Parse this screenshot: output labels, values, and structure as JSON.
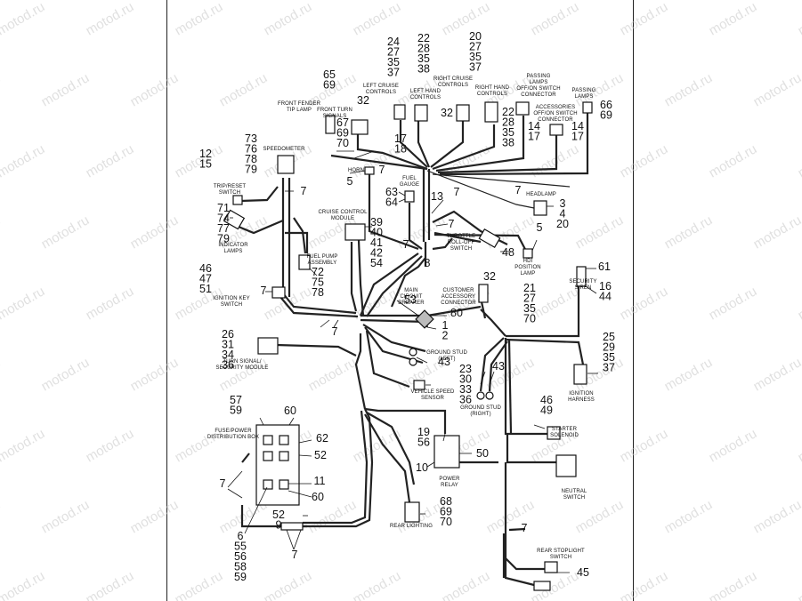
{
  "watermark": "motod.ru",
  "components": [
    {
      "id": "front-fender-tip-lamp",
      "label": [
        "FRONT FENDER",
        "TIP LAMP"
      ]
    },
    {
      "id": "left-cruise-controls",
      "label": [
        "LEFT CRUISE",
        "CONTROLS"
      ]
    },
    {
      "id": "left-hand-controls",
      "label": [
        "LEFT HAND",
        "CONTROLS"
      ]
    },
    {
      "id": "right-cruise-controls",
      "label": [
        "RIGHT CRUISE",
        "CONTROLS"
      ]
    },
    {
      "id": "right-hand-controls",
      "label": [
        "RIGHT HAND",
        "CONTROLS"
      ]
    },
    {
      "id": "passing-lamps-switch-connector",
      "label": [
        "PASSING",
        "LAMPS",
        "OFF/ON SWITCH",
        "CONNECTOR"
      ]
    },
    {
      "id": "passing-lamps",
      "label": [
        "PASSING",
        "LAMPS"
      ]
    },
    {
      "id": "accessories-switch-connector",
      "label": [
        "ACCESSORIES",
        "OFF/ON SWITCH",
        "CONNECTOR"
      ]
    },
    {
      "id": "front-turn-signals",
      "label": [
        "FRONT TURN",
        "SIGNALS"
      ]
    },
    {
      "id": "speedometer",
      "label": [
        "SPEEDOMETER"
      ]
    },
    {
      "id": "trip-reset-switch",
      "label": [
        "TRIP/RESET",
        "SWITCH"
      ]
    },
    {
      "id": "horn",
      "label": [
        "HORN"
      ]
    },
    {
      "id": "fuel-gauge",
      "label": [
        "FUEL",
        "GAUGE"
      ]
    },
    {
      "id": "headlamp",
      "label": [
        "HEADLAMP"
      ]
    },
    {
      "id": "indicator-lamps",
      "label": [
        "INDICATOR",
        "LAMPS"
      ]
    },
    {
      "id": "cruise-control-module",
      "label": [
        "CRUISE CONTROL",
        "MODULE"
      ]
    },
    {
      "id": "throttle-roll-off-switch",
      "label": [
        "THROTTLE",
        "ROLL-OFF",
        "SWITCH"
      ]
    },
    {
      "id": "hdi-position-lamp",
      "label": [
        "HDI",
        "POSITION",
        "LAMP"
      ]
    },
    {
      "id": "fuel-pump-assembly",
      "label": [
        "FUEL PUMP",
        "ASSEMBLY"
      ]
    },
    {
      "id": "ignition-key-switch",
      "label": [
        "IGNITION KEY",
        "SWITCH"
      ]
    },
    {
      "id": "security-siren",
      "label": [
        "SECURITY",
        "SIREN"
      ]
    },
    {
      "id": "main-circuit-breaker",
      "label": [
        "MAIN",
        "CIRCUIT",
        "BREAKER"
      ]
    },
    {
      "id": "customer-accessory-connector",
      "label": [
        "CUSTOMER",
        "ACCESSORY",
        "CONNECTOR"
      ]
    },
    {
      "id": "turn-signal-security-module",
      "label": [
        "TURN SIGNAL/",
        "SECURITY MODULE"
      ]
    },
    {
      "id": "ground-stud-left",
      "label": [
        "GROUND STUD",
        "(LEFT)"
      ]
    },
    {
      "id": "vehicle-speed-sensor",
      "label": [
        "VEHICLE SPEED",
        "SENSOR"
      ]
    },
    {
      "id": "ground-stud-right",
      "label": [
        "GROUND STUD",
        "(RIGHT)"
      ]
    },
    {
      "id": "ignition-harness",
      "label": [
        "IGNITION",
        "HARNESS"
      ]
    },
    {
      "id": "fuse-power-distribution-box",
      "label": [
        "FUSE/POWER",
        "DISTRIBUTION BOX"
      ]
    },
    {
      "id": "starter-solenoid",
      "label": [
        "STARTER",
        "SOLENOID"
      ]
    },
    {
      "id": "power-relay",
      "label": [
        "POWER",
        "RELAY"
      ]
    },
    {
      "id": "neutral-switch",
      "label": [
        "NEUTRAL",
        "SWITCH"
      ]
    },
    {
      "id": "rear-lighting",
      "label": [
        "REAR LIGHTING"
      ]
    },
    {
      "id": "rear-stoplight-switch",
      "label": [
        "REAR STOPLIGHT",
        "SWITCH"
      ]
    }
  ],
  "callouts": [
    {
      "id": "c-24-27-35-37",
      "lines": [
        "24",
        "27",
        "35",
        "37"
      ]
    },
    {
      "id": "c-22-28-35-38a",
      "lines": [
        "22",
        "28",
        "35",
        "38"
      ]
    },
    {
      "id": "c-20-27-35-37",
      "lines": [
        "20",
        "27",
        "35",
        "37"
      ]
    },
    {
      "id": "c-65-69",
      "lines": [
        "65",
        "69"
      ]
    },
    {
      "id": "c-32a",
      "lines": [
        "32"
      ]
    },
    {
      "id": "c-32b",
      "lines": [
        "32"
      ]
    },
    {
      "id": "c-66-69",
      "lines": [
        "66",
        "69"
      ]
    },
    {
      "id": "c-22-28-35-38b",
      "lines": [
        "22",
        "28",
        "35",
        "38"
      ]
    },
    {
      "id": "c-14-17a",
      "lines": [
        "14",
        "17"
      ]
    },
    {
      "id": "c-14-17b",
      "lines": [
        "14",
        "17"
      ]
    },
    {
      "id": "c-67-69-70",
      "lines": [
        "67",
        "69",
        "70"
      ]
    },
    {
      "id": "c-17-18",
      "lines": [
        "17",
        "18"
      ]
    },
    {
      "id": "c-73-76-78-79",
      "lines": [
        "73",
        "76",
        "78",
        "79"
      ]
    },
    {
      "id": "c-12-15",
      "lines": [
        "12",
        "15"
      ]
    },
    {
      "id": "c-7-horn",
      "lines": [
        "7"
      ]
    },
    {
      "id": "c-5-horn",
      "lines": [
        "5"
      ]
    },
    {
      "id": "c-7-trip",
      "lines": [
        "7"
      ]
    },
    {
      "id": "c-63-64",
      "lines": [
        "63",
        "64"
      ]
    },
    {
      "id": "c-13",
      "lines": [
        "13"
      ]
    },
    {
      "id": "c-7-top",
      "lines": [
        "7"
      ]
    },
    {
      "id": "c-7-headlamp",
      "lines": [
        "7"
      ]
    },
    {
      "id": "c-3-4-20",
      "lines": [
        "3",
        "4",
        "20"
      ]
    },
    {
      "id": "c-71-74-77-79",
      "lines": [
        "71",
        "74",
        "77",
        "79"
      ]
    },
    {
      "id": "c-39-40-41-42-54",
      "lines": [
        "39",
        "40",
        "41",
        "42",
        "54"
      ]
    },
    {
      "id": "c-7-throttle",
      "lines": [
        "7"
      ]
    },
    {
      "id": "c-7-junction",
      "lines": [
        "7"
      ]
    },
    {
      "id": "c-8",
      "lines": [
        "8"
      ]
    },
    {
      "id": "c-48",
      "lines": [
        "48"
      ]
    },
    {
      "id": "c-5-hdi",
      "lines": [
        "5"
      ]
    },
    {
      "id": "c-72-75-78",
      "lines": [
        "72",
        "75",
        "78"
      ]
    },
    {
      "id": "c-46-47-51",
      "lines": [
        "46",
        "47",
        "51"
      ]
    },
    {
      "id": "c-7-ignkey",
      "lines": [
        "7"
      ]
    },
    {
      "id": "c-61",
      "lines": [
        "61"
      ]
    },
    {
      "id": "c-16-44",
      "lines": [
        "16",
        "44"
      ]
    },
    {
      "id": "c-53",
      "lines": [
        "53"
      ]
    },
    {
      "id": "c-80",
      "lines": [
        "80"
      ]
    },
    {
      "id": "c-32c",
      "lines": [
        "32"
      ]
    },
    {
      "id": "c-21-27-35-70",
      "lines": [
        "21",
        "27",
        "35",
        "70"
      ]
    },
    {
      "id": "c-1-2",
      "lines": [
        "1",
        "2"
      ]
    },
    {
      "id": "c-7-mid",
      "lines": [
        "7"
      ]
    },
    {
      "id": "c-26-31-34-36",
      "lines": [
        "26",
        "31",
        "34",
        "36"
      ]
    },
    {
      "id": "c-43a",
      "lines": [
        "43"
      ]
    },
    {
      "id": "c-43b",
      "lines": [
        "43"
      ]
    },
    {
      "id": "c-23-30-33-36",
      "lines": [
        "23",
        "30",
        "33",
        "36"
      ]
    },
    {
      "id": "c-25-29-35-37",
      "lines": [
        "25",
        "29",
        "35",
        "37"
      ]
    },
    {
      "id": "c-46-49",
      "lines": [
        "46",
        "49"
      ]
    },
    {
      "id": "c-57-59",
      "lines": [
        "57",
        "59"
      ]
    },
    {
      "id": "c-60a",
      "lines": [
        "60"
      ]
    },
    {
      "id": "c-62",
      "lines": [
        "62"
      ]
    },
    {
      "id": "c-52a",
      "lines": [
        "52"
      ]
    },
    {
      "id": "c-19-56",
      "lines": [
        "19",
        "56"
      ]
    },
    {
      "id": "c-50",
      "lines": [
        "50"
      ]
    },
    {
      "id": "c-10",
      "lines": [
        "10"
      ]
    },
    {
      "id": "c-11",
      "lines": [
        "11"
      ]
    },
    {
      "id": "c-60b",
      "lines": [
        "60"
      ]
    },
    {
      "id": "c-7-fuse",
      "lines": [
        "7"
      ]
    },
    {
      "id": "c-52-9",
      "lines": [
        "52",
        "9"
      ]
    },
    {
      "id": "c-6-55-56-58-59",
      "lines": [
        "6",
        "55",
        "56",
        "58",
        "59"
      ]
    },
    {
      "id": "c-7-bottom",
      "lines": [
        "7"
      ]
    },
    {
      "id": "c-68-69-70",
      "lines": [
        "68",
        "69",
        "70"
      ]
    },
    {
      "id": "c-7-rear",
      "lines": [
        "7"
      ]
    },
    {
      "id": "c-45",
      "lines": [
        "45"
      ]
    }
  ]
}
